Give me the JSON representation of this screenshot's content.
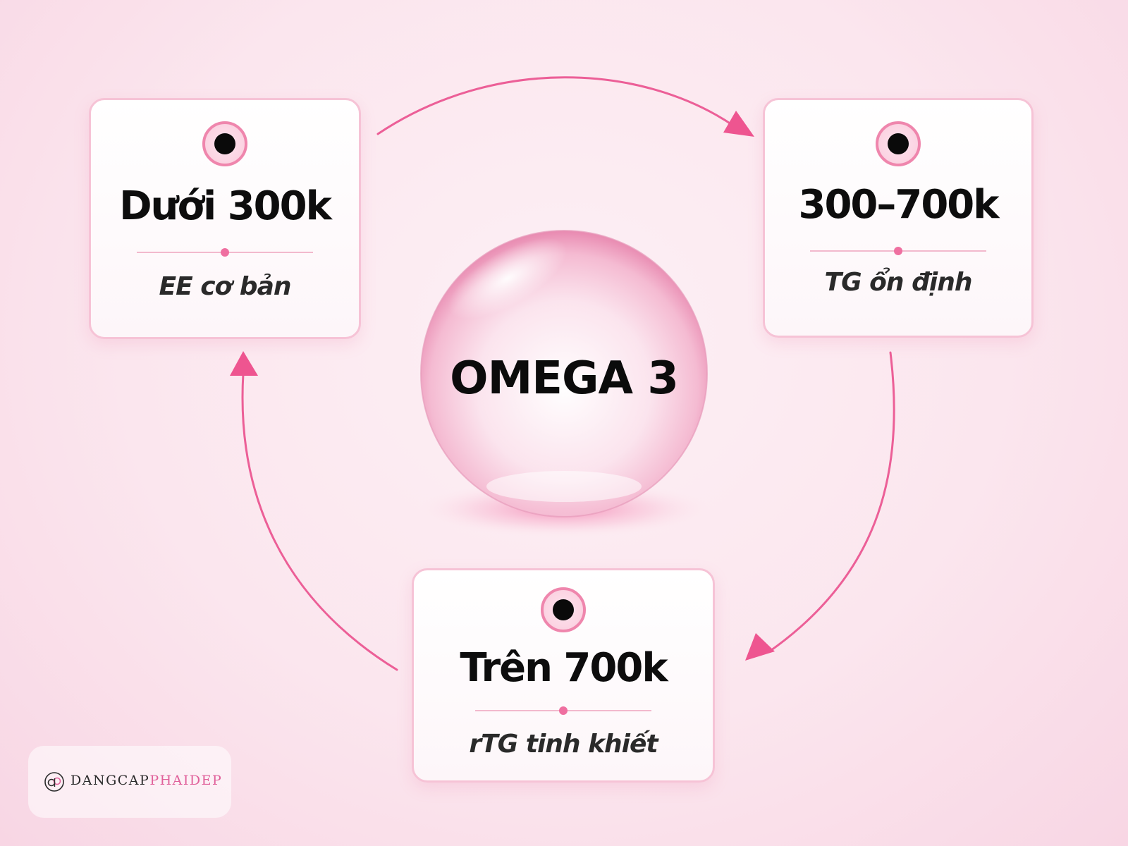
{
  "center": {
    "label": "OMEGA 3"
  },
  "cards": [
    {
      "title": "Dưới 300k",
      "subtitle": "EE cơ bản"
    },
    {
      "title": "300–700k",
      "subtitle": "TG ổn định"
    },
    {
      "title": "Trên 700k",
      "subtitle": "rTG tinh khiết"
    }
  ],
  "logo": {
    "part1": "DANGCAP",
    "part2": "PHAIDEP"
  },
  "colors": {
    "background": "#fbe6ee",
    "accent": "#ef5c95",
    "card_border": "#f6c3d6",
    "text": "#0d0d0d"
  },
  "icons": [
    "target-icon",
    "arrow-icon",
    "logo-icon"
  ]
}
